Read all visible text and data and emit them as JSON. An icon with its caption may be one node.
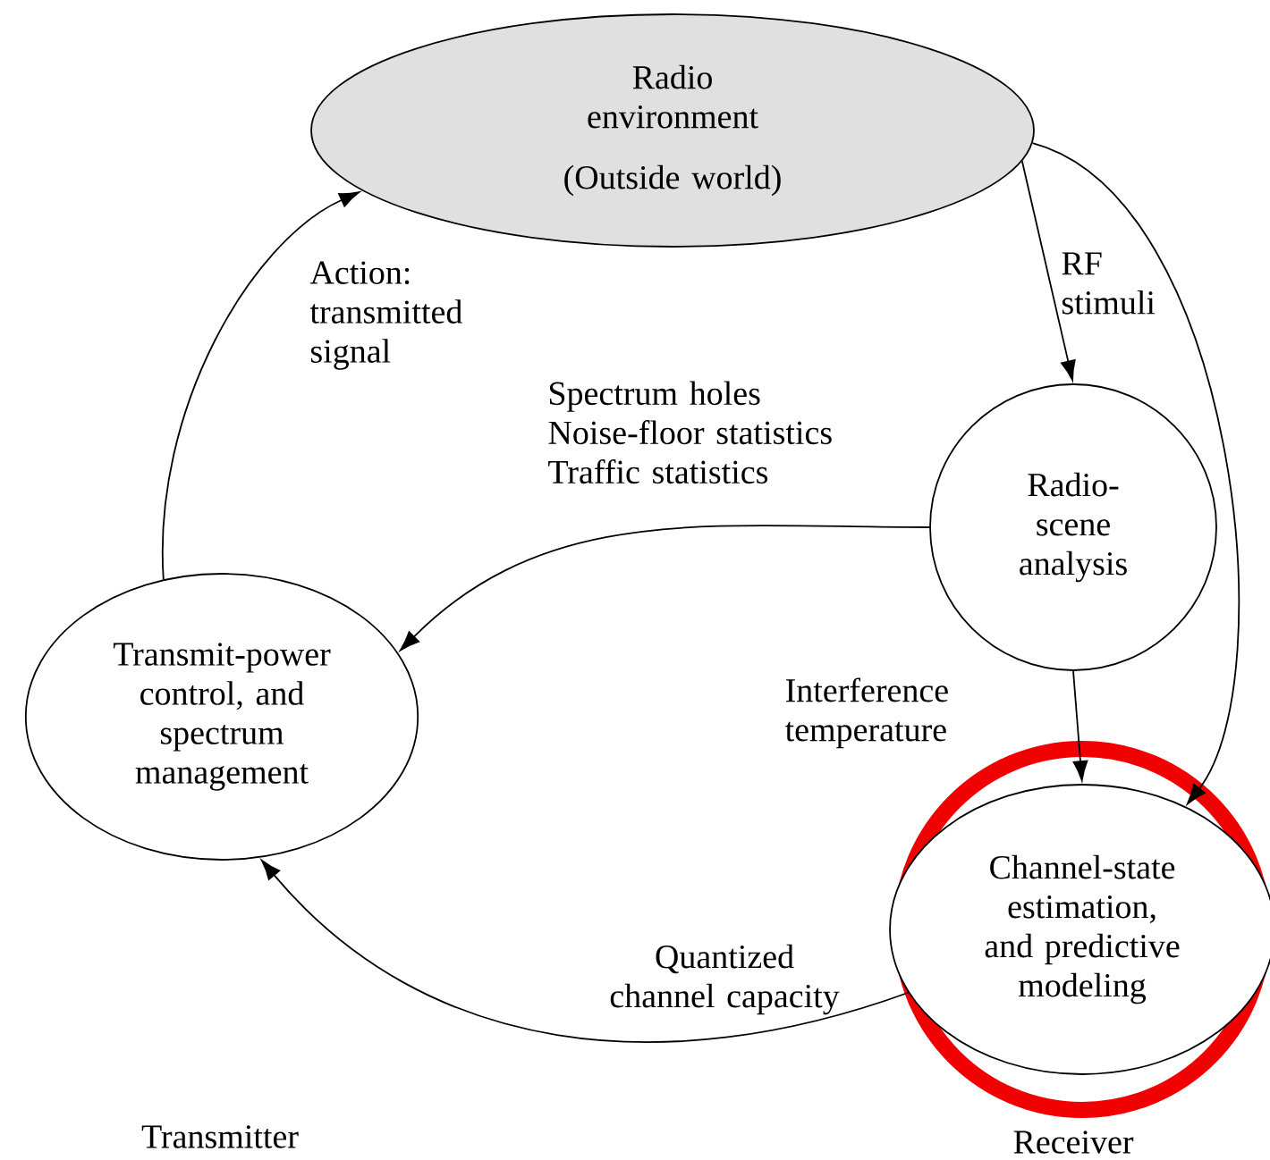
{
  "diagram": {
    "nodes": [
      {
        "text": [
          "Radio environment",
          "(Outside world)"
        ]
      },
      {
        "text": [
          "Radio-scene analysis"
        ]
      },
      {
        "text": [
          "Transmit-power control, and spectrum management"
        ]
      },
      {
        "text": [
          "Channel-state estimation, and predictive modeling"
        ]
      }
    ],
    "edges": [
      {
        "from": 0,
        "to": 1,
        "arrow": "to",
        "label": "RF stimuli"
      },
      {
        "from": 1,
        "to": 2,
        "arrow": "to",
        "label": "Spectrum holes Noise-floor statistics Traffic statistics"
      },
      {
        "from": 1,
        "to": 3,
        "arrow": "to",
        "label": "Interference temperature"
      },
      {
        "from": 3,
        "to": 2,
        "arrow": "to",
        "label": "Quantized channel capacity"
      },
      {
        "from": 2,
        "to": 0,
        "arrow": "to",
        "label": "Action: transmitted signal"
      },
      {
        "from": 0,
        "to": 3,
        "arrow": "to"
      }
    ],
    "labels": [
      "Transmitter",
      "Receiver"
    ]
  }
}
